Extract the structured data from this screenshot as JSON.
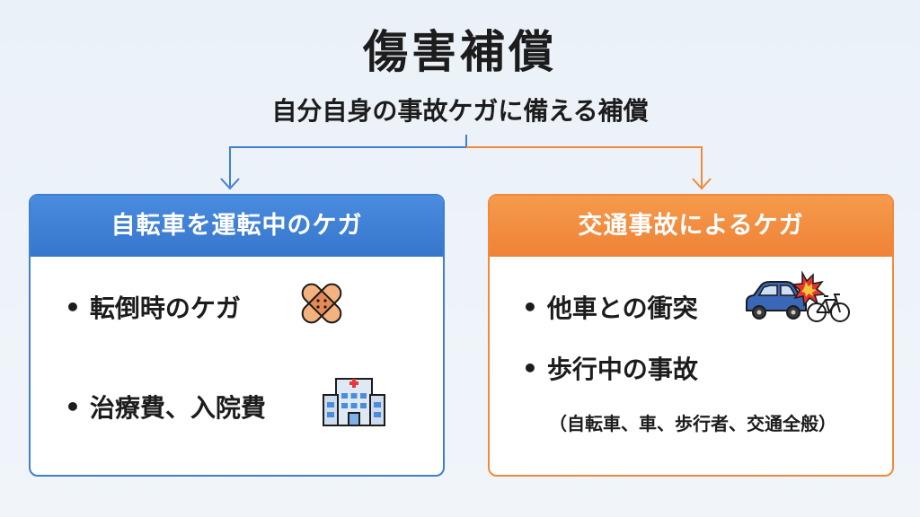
{
  "title": "傷害補償",
  "subtitle": "自分自身の事故ケガに備える補償",
  "colors": {
    "left_accent": "#3f7fd0",
    "right_accent": "#f08a3a"
  },
  "left_panel": {
    "header": "自転車を運転中のケガ",
    "items": [
      {
        "bullet": "•",
        "text": "転倒時のケガ",
        "icon": "bandage-icon"
      },
      {
        "bullet": "•",
        "text": "治療費、入院費",
        "icon": "hospital-icon"
      }
    ]
  },
  "right_panel": {
    "header": "交通事故によるケガ",
    "items": [
      {
        "bullet": "•",
        "text": "他車との衝突",
        "icon": "car-bicycle-collision-icon"
      },
      {
        "bullet": "•",
        "text": "歩行中の事故"
      }
    ],
    "note": "（自転車、車、歩行者、交通全般）"
  }
}
